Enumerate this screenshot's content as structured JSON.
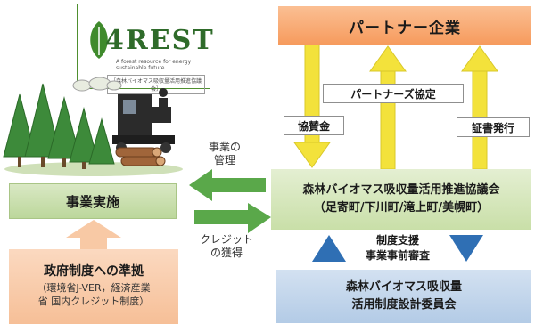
{
  "logo": {
    "text": "4REST",
    "sub1": "A forest resource for energy sustainable future",
    "sub2": "［森林バイオマス吸収量活用推進協議会］"
  },
  "partner": {
    "label": "パートナー企業"
  },
  "council": {
    "line1": "森林バイオマス吸収量活用推進協議会",
    "line2": "（足寄町/下川町/滝上町/美幌町）"
  },
  "committee": {
    "line1": "森林バイオマス吸収量",
    "line2": "活用制度設計委員会"
  },
  "jigyo": {
    "label": "事業実施"
  },
  "seifu": {
    "title": "政府制度への準拠",
    "line1": "（環境省J-VER，経済産業",
    "line2": "省 国内クレジット制度）"
  },
  "arrows": {
    "kyosankin": "協賛金",
    "partners_kyotei": "パートナーズ協定",
    "shosho": "証書発行",
    "kanri1": "事業の",
    "kanri2": "管理",
    "credit1": "クレジット",
    "credit2": "の獲得",
    "support1": "制度支援",
    "support2": "事業事前審査"
  },
  "colors": {
    "arrow_yellow": "#f3e23b",
    "arrow_green": "#5aa84a",
    "arrow_blue": "#2f6fb4",
    "logo_green": "#2f6b2a"
  }
}
